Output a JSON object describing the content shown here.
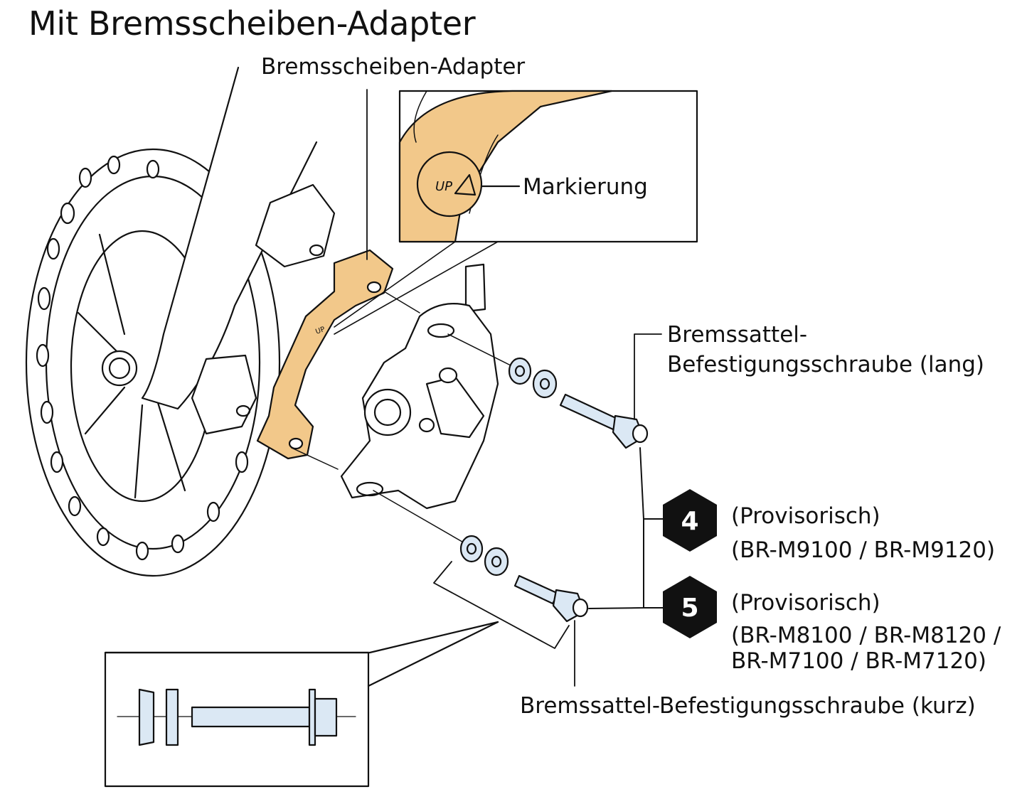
{
  "title": "Mit Bremsscheiben-Adapter",
  "labels": {
    "adapter": "Bremsscheiben-Adapter",
    "marking": "Markierung",
    "up_mark": "UP",
    "bolt_long_line1": "Bremssattel-",
    "bolt_long_line2": "Befestigungsschraube (lang)",
    "bolt_short": "Bremssattel-Befestigungsschraube (kurz)"
  },
  "steps": [
    {
      "number": "4",
      "line1": "(Provisorisch)",
      "line2": "(BR-M9100 / BR-M9120)",
      "line3": ""
    },
    {
      "number": "5",
      "line1": "(Provisorisch)",
      "line2": "(BR-M8100 / BR-M8120 /",
      "line3": "BR-M7100 / BR-M7120)"
    }
  ],
  "colors": {
    "adapter_fill": "#f2c88a",
    "line": "#111111",
    "badge": "#111111"
  }
}
